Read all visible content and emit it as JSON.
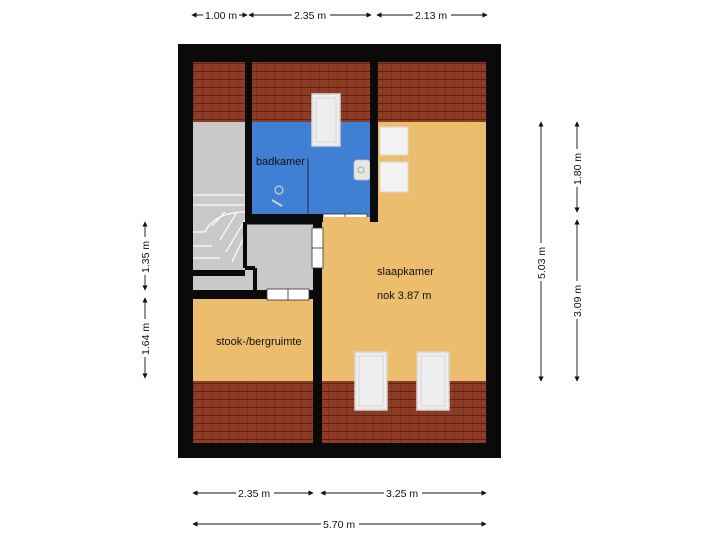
{
  "dimensions": {
    "top": [
      "1.00 m",
      "2.35 m",
      "2.13 m"
    ],
    "bottom_row1": [
      "2.35 m",
      "3.25 m"
    ],
    "bottom_row2": "5.70 m",
    "left": [
      "1.35 m",
      "1.64 m"
    ],
    "right_total": "5.03 m",
    "right_parts": [
      "1.80 m",
      "3.09 m"
    ]
  },
  "rooms": {
    "bathroom": "badkamer",
    "bedroom": "slaapkamer",
    "bedroom_ridge": "nok 3.87 m",
    "storage": "stook-/bergruimte"
  },
  "colors": {
    "wall": "#0a0a0a",
    "bedroom_floor": "#edbd6e",
    "bathroom_floor": "#3f7fd4",
    "roof_tiles": "#8f3c27",
    "landing_floor": "#c9c9c9"
  }
}
